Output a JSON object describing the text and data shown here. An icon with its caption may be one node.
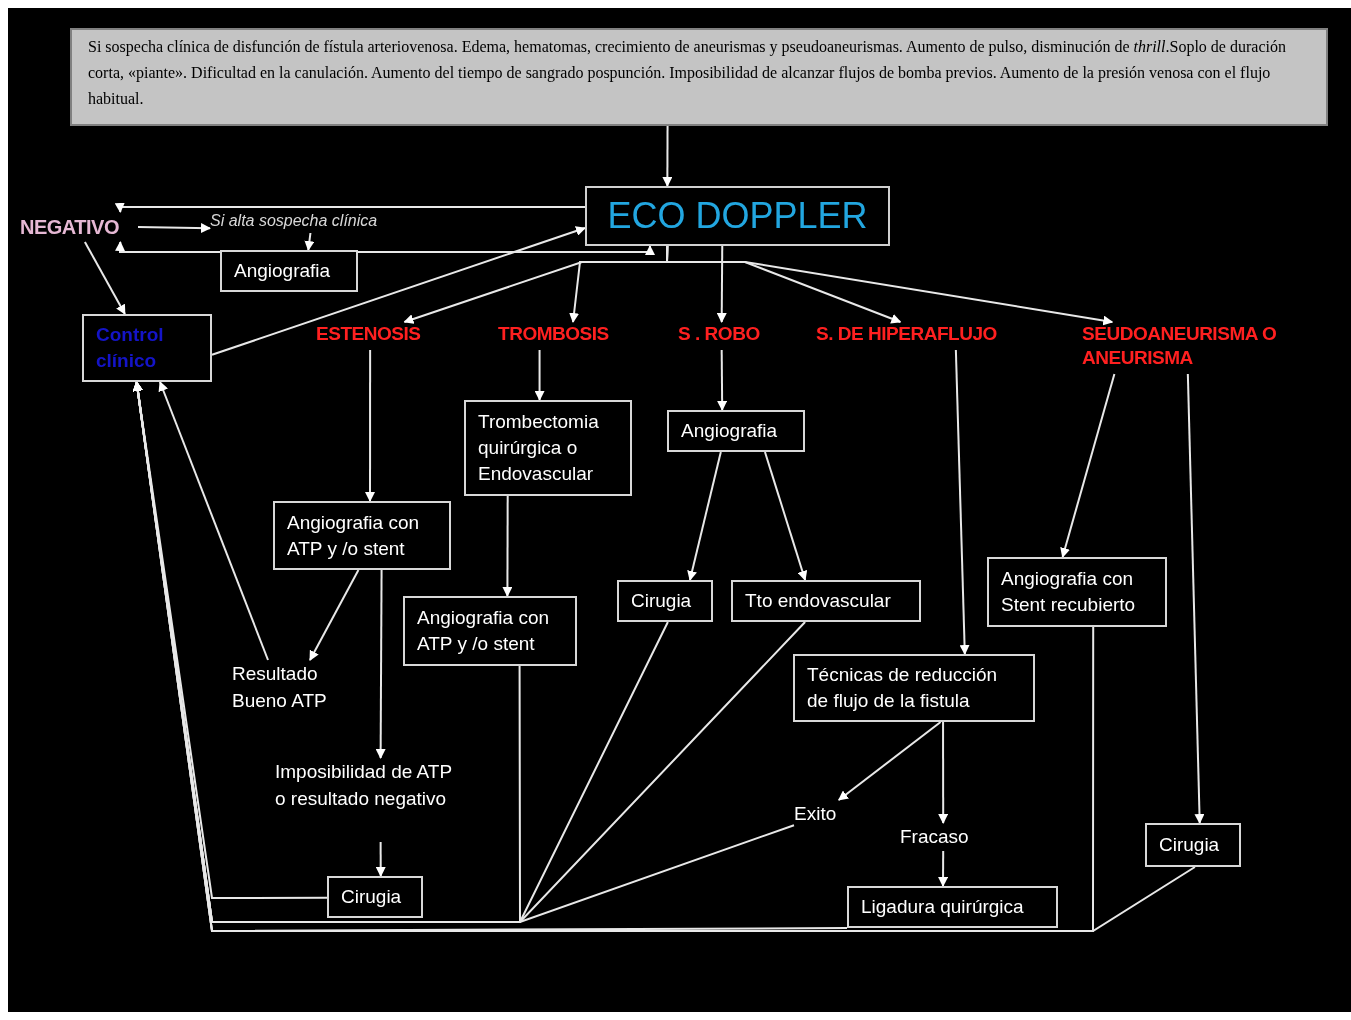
{
  "diagram": {
    "nodes": [
      {
        "text": [
          "Si sospecha clínica de disfunción de fístula arteriovenosa. Edema, hematomas, crecimiento de aneurismas y pseudoaneurismas. Aumento de pulso, disminución de *thrill*.Soplo de duración corta, «piante». Dificultad en la canulación. Aumento del tiempo de sangrado pospunción. Imposibilidad de alcanzar flujos de bomba previos. Aumento de la presión venosa con el flujo habitual."
        ]
      },
      {
        "text": [
          "ECO DOPPLER"
        ]
      },
      {
        "text": [
          "NEGATIVO"
        ]
      },
      {
        "text": [
          "Si alta sospecha clínica"
        ]
      },
      {
        "text": [
          "Angiografia"
        ]
      },
      {
        "text": [
          "Control clínico"
        ]
      },
      {
        "text": [
          "ESTENOSIS"
        ]
      },
      {
        "text": [
          "TROMBOSIS"
        ]
      },
      {
        "text": [
          "S . ROBO"
        ]
      },
      {
        "text": [
          "S. DE HIPERAFLUJO"
        ]
      },
      {
        "text": [
          "SEUDOANEURISMA O ANEURISMA"
        ]
      },
      {
        "text": [
          "Trombectomia quirúrgica o Endovascular"
        ]
      },
      {
        "text": [
          "Angiografia"
        ]
      },
      {
        "text": [
          "Angiografia con ATP y /o stent"
        ]
      },
      {
        "text": [
          "Angiografia con ATP y /o stent"
        ]
      },
      {
        "text": [
          "Cirugia"
        ]
      },
      {
        "text": [
          "Tto endovascular"
        ]
      },
      {
        "text": [
          "Angiografia con Stent recubierto"
        ]
      },
      {
        "text": [
          "Técnicas de reducción de flujo de la fistula"
        ]
      },
      {
        "text": [
          "Resultado Bueno ATP"
        ]
      },
      {
        "text": [
          "Imposibilidad de ATP o resultado negativo"
        ]
      },
      {
        "text": [
          "Exito"
        ]
      },
      {
        "text": [
          "Fracaso"
        ]
      },
      {
        "text": [
          "Cirugia"
        ]
      },
      {
        "text": [
          "Cirugia"
        ]
      },
      {
        "text": [
          "Ligadura quirúrgica"
        ]
      }
    ],
    "edges": [
      {
        "from": 0,
        "to": 1,
        "arrow": "to"
      },
      {
        "from": 1,
        "to": 2,
        "arrow": "to"
      },
      {
        "from": 4,
        "to": 2,
        "arrow": "to"
      },
      {
        "from": 2,
        "to": 3,
        "arrow": "to"
      },
      {
        "from": 3,
        "to": 4,
        "arrow": "to"
      },
      {
        "from": 4,
        "to": 1,
        "arrow": "to"
      },
      {
        "from": 2,
        "to": 5,
        "arrow": "to"
      },
      {
        "from": 5,
        "to": 1,
        "arrow": "to"
      },
      {
        "from": 1,
        "to": 6,
        "arrow": "to"
      },
      {
        "from": 1,
        "to": 7,
        "arrow": "to"
      },
      {
        "from": 1,
        "to": 8,
        "arrow": "to"
      },
      {
        "from": 1,
        "to": 9,
        "arrow": "to"
      },
      {
        "from": 1,
        "to": 10,
        "arrow": "to"
      },
      {
        "from": 6,
        "to": 13,
        "arrow": "to"
      },
      {
        "from": 7,
        "to": 11,
        "arrow": "to"
      },
      {
        "from": 8,
        "to": 12,
        "arrow": "to"
      },
      {
        "from": 9,
        "to": 18,
        "arrow": "to"
      },
      {
        "from": 10,
        "to": 17,
        "arrow": "to"
      },
      {
        "from": 10,
        "to": 24,
        "arrow": "to"
      },
      {
        "from": 11,
        "to": 14,
        "arrow": "to"
      },
      {
        "from": 12,
        "to": 15,
        "arrow": "to"
      },
      {
        "from": 12,
        "to": 16,
        "arrow": "to"
      },
      {
        "from": 13,
        "to": 19,
        "arrow": "to"
      },
      {
        "from": 13,
        "to": 20,
        "arrow": "to"
      },
      {
        "from": 19,
        "to": 5,
        "arrow": "to"
      },
      {
        "from": 20,
        "to": 23,
        "arrow": "to"
      },
      {
        "from": 18,
        "to": 21,
        "arrow": "to"
      },
      {
        "from": 18,
        "to": 22,
        "arrow": "to"
      },
      {
        "from": 22,
        "to": 25,
        "arrow": "to"
      },
      {
        "from": 14,
        "to": 5,
        "arrow": "to"
      },
      {
        "from": 15,
        "to": 5,
        "arrow": "to"
      },
      {
        "from": 16,
        "to": 5,
        "arrow": "to"
      },
      {
        "from": 21,
        "to": 5,
        "arrow": "to"
      },
      {
        "from": 23,
        "to": 5,
        "arrow": "to"
      },
      {
        "from": 17,
        "to": 5,
        "arrow": "to"
      },
      {
        "from": 24,
        "to": 5,
        "arrow": "to"
      },
      {
        "from": 25,
        "to": 5,
        "arrow": "to"
      }
    ]
  }
}
